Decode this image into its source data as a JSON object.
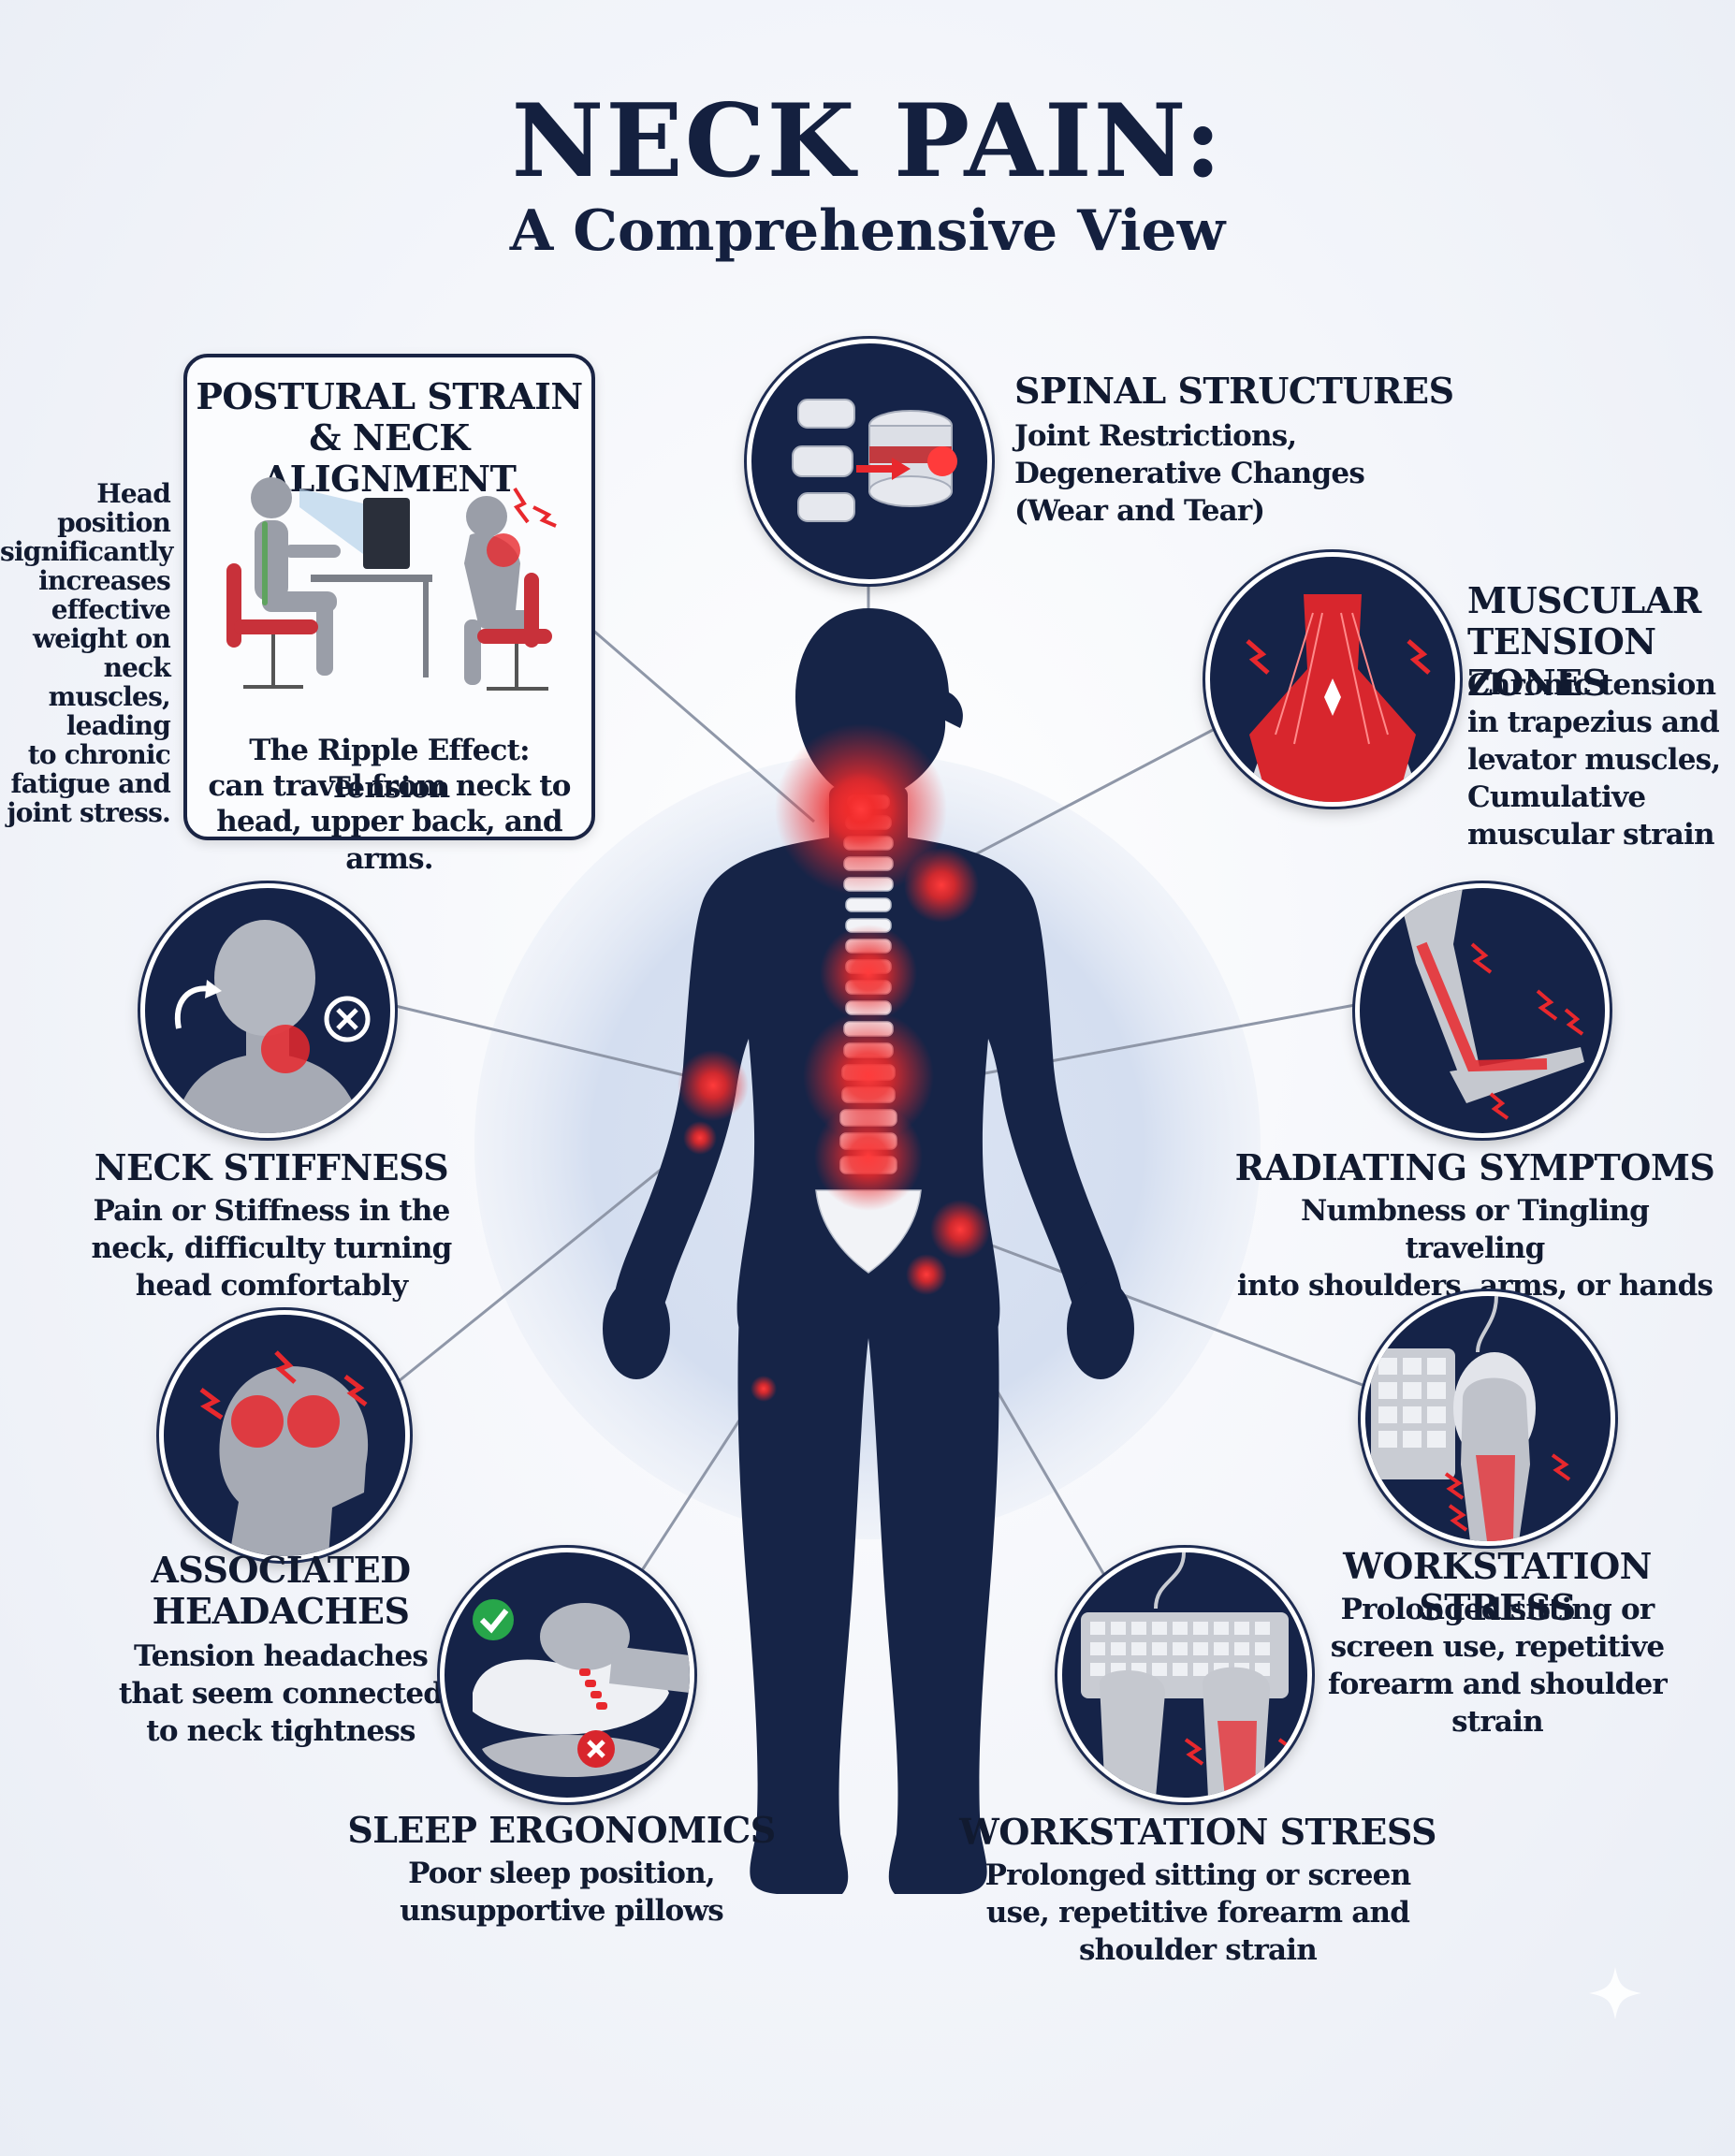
{
  "title": "NECK PAIN:",
  "subtitle": "A Comprehensive View",
  "postural": {
    "heading_1": "POSTURAL STRAIN",
    "heading_2": "& NECK ALIGNMENT",
    "caption_1": "The Ripple Effect: Tension",
    "caption_2": "can travel from neck to",
    "caption_3": "head, upper back, and arms.",
    "side_note": [
      "Head position",
      "significantly",
      "increases",
      "effective",
      "weight on neck",
      "muscles, leading",
      "to chronic",
      "fatigue and",
      "joint stress."
    ]
  },
  "spinal": {
    "heading": "SPINAL STRUCTURES",
    "lines": [
      "Joint Restrictions,",
      "Degenerative Changes",
      "(Wear and Tear)"
    ]
  },
  "muscular": {
    "heading": [
      "MUSCULAR",
      "TENSION ZONES"
    ],
    "lines": [
      "Chronic tension",
      "in trapezius and",
      "levator muscles,",
      "Cumulative",
      "muscular strain"
    ]
  },
  "stiffness": {
    "heading": "NECK STIFFNESS",
    "lines": [
      "Pain or Stiffness in the",
      "neck, difficulty turning",
      "head comfortably"
    ]
  },
  "radiating": {
    "heading": "RADIATING SYMPTOMS",
    "lines": [
      "Numbness or Tingling traveling",
      "into shoulders, arms, or hands"
    ]
  },
  "headaches": {
    "heading": [
      "ASSOCIATED",
      "HEADACHES"
    ],
    "lines": [
      "Tension headaches",
      "that seem connected",
      "to neck tightness"
    ]
  },
  "workstation_right": {
    "heading": "WORKSTATION STRESS",
    "lines": [
      "Prolonged sitting or",
      "screen use, repetitive",
      "forearm and shoulder",
      "strain"
    ]
  },
  "sleep": {
    "heading": "SLEEP ERGONOMICS",
    "lines": [
      "Poor sleep position,",
      "unsupportive pillows"
    ]
  },
  "workstation_bottom": {
    "heading": "WORKSTATION STRESS",
    "lines": [
      "Prolonged sitting or screen",
      "use, repetitive forearm and",
      "shoulder strain"
    ]
  },
  "colors": {
    "navy": "#152348",
    "pain_red": "#e8282d",
    "text": "#111a30"
  },
  "icons": [
    "spine-vertebrae-icon",
    "trapezius-muscle-icon",
    "neck-rotation-icon",
    "arm-tingling-icon",
    "headache-icon",
    "keyboard-mouse-hand-icon",
    "pillow-sleep-icon",
    "keyboard-typing-icon",
    "desk-posture-icon"
  ]
}
